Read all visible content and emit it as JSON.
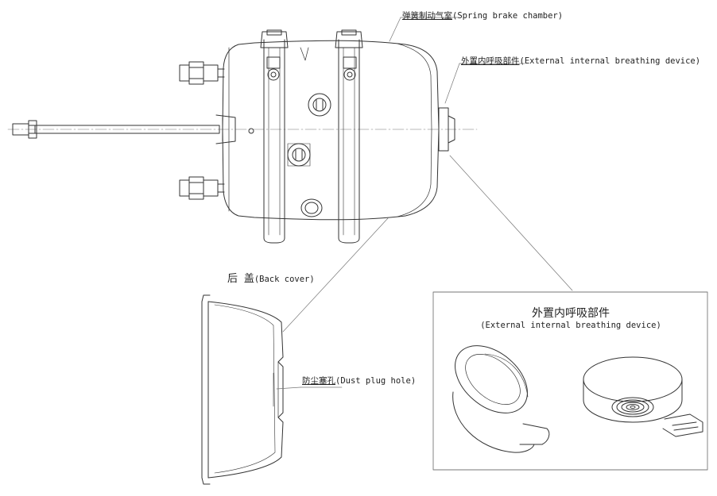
{
  "labels": {
    "spring_chamber_cn": "弹簧制动气室",
    "spring_chamber_en": "(Spring brake chamber)",
    "breathing_cn": "外置内呼吸部件",
    "breathing_en": "(External internal breathing device)",
    "back_cover_cn": "后 盖",
    "back_cover_en": "(Back cover)",
    "dust_plug_cn": "防尘塞孔",
    "dust_plug_en": "(Dust plug hole)"
  },
  "inset": {
    "title_cn": "外置内呼吸部件",
    "title_en": "(External internal breathing device)"
  },
  "colors": {
    "line": "#333333",
    "centerline": "#666666",
    "frame": "#666666"
  }
}
